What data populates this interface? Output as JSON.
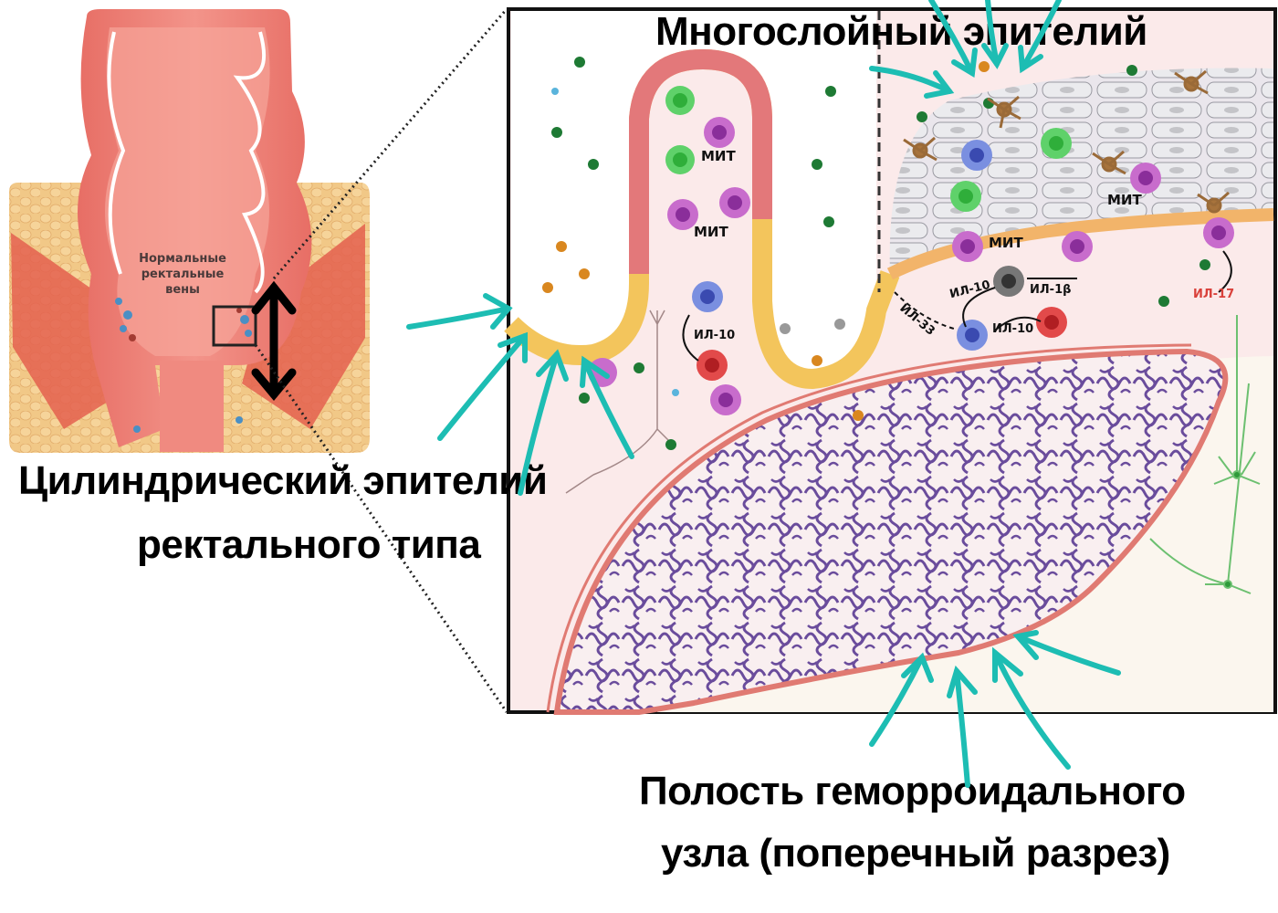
{
  "labels": {
    "stratified_epithelium": "Многослойный эпителий",
    "columnar_epithelium_line1": "Цилиндрический эпителий",
    "columnar_epithelium_line2": "ректального типа",
    "hemorrhoid_cavity_line1": "Полость геморроидального",
    "hemorrhoid_cavity_line2": "узла (поперечный разрез)",
    "normal_rectal_veins": "Нормальные ректальные вены"
  },
  "cell_labels": {
    "mit_1": "МИТ",
    "mit_2": "МИТ",
    "mit_3": "МИТ",
    "mit_4": "МИТ"
  },
  "cytokines": {
    "il10_a": "ИЛ-10",
    "il10_b": "ИЛ-10",
    "il10_c": "ИЛ-10",
    "il1b": "ИЛ-1β",
    "il33": "ИЛ-33",
    "il17": "ИЛ-17"
  },
  "colors": {
    "annotation_arrow": "#1dbdb3",
    "il17_text": "#d9403a",
    "vessel_wall": "#e07a72",
    "vascular_network": "#6a4c9c",
    "lamina_propria": "#fbeaea",
    "stratified_cells": "#e6e6ea",
    "neuron": "#6cc070"
  }
}
